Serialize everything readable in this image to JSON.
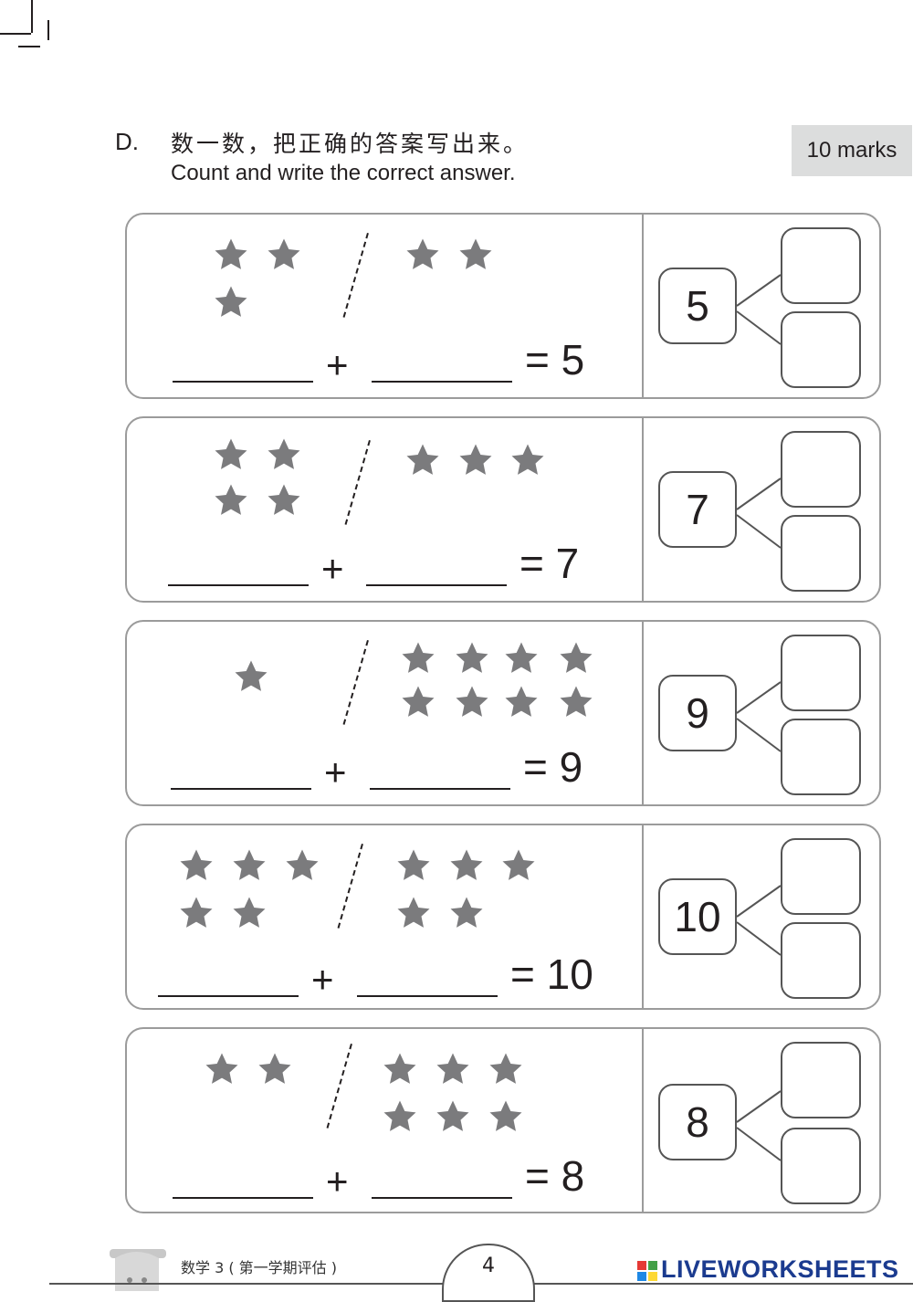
{
  "header": {
    "letter": "D.",
    "instruction_zh": "数一数，把正确的答案写出来。",
    "instruction_en": "Count and write the correct answer.",
    "marks": "10 marks"
  },
  "rows": [
    {
      "total": "5",
      "left_count": 3,
      "right_count": 2
    },
    {
      "total": "7",
      "left_count": 4,
      "right_count": 3
    },
    {
      "total": "9",
      "left_count": 1,
      "right_count": 8
    },
    {
      "total": "10",
      "left_count": 5,
      "right_count": 5
    },
    {
      "total": "8",
      "left_count": 2,
      "right_count": 6
    }
  ],
  "symbols": {
    "plus": "+",
    "equals": "="
  },
  "colors": {
    "star": "#7b7b7d",
    "border": "#9b9b9b",
    "marks_bg": "#dcdddd"
  },
  "footer": {
    "book_label": "数学 3 ( 第一学期评估 )",
    "page_number": "4",
    "brand": "LIVEWORKSHEETS"
  }
}
